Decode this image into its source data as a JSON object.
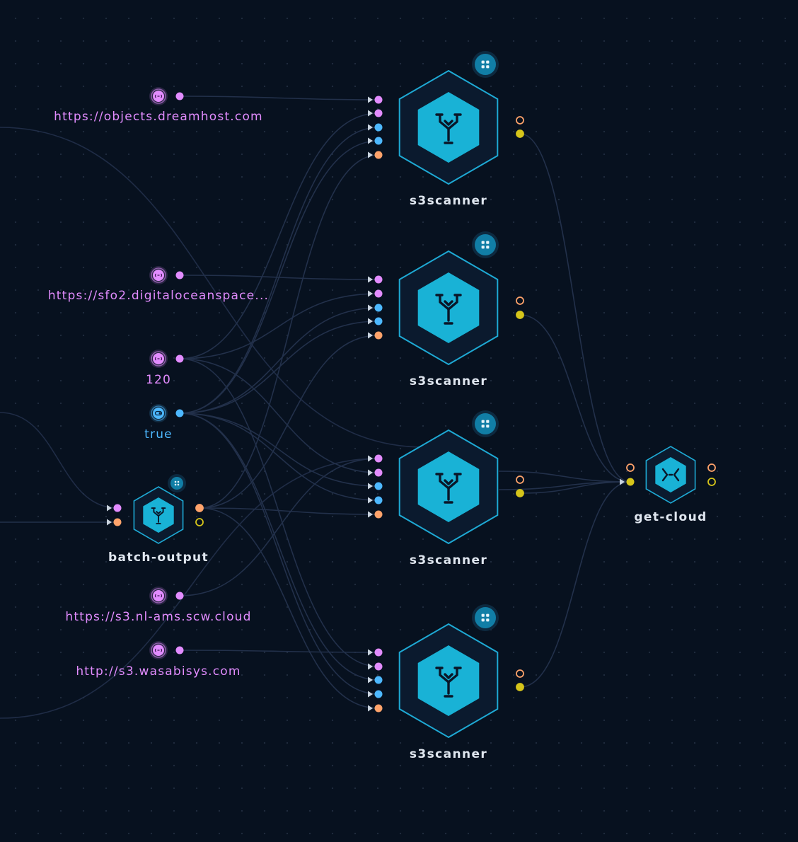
{
  "colors": {
    "background": "#07111f",
    "edge": "#22304a",
    "string_port": "#e28cff",
    "bool_port": "#4db8ff",
    "file_port": "#ffa36b",
    "output_port": "#d6c51a",
    "node_fill": "#19b2d6",
    "node_border": "#1ea9d4"
  },
  "inputs": [
    {
      "id": "in-dreamhost",
      "value": "https://objects.dreamhost.com",
      "kind": "string",
      "icon": "link-icon"
    },
    {
      "id": "in-digitalocean",
      "value": "https://sfo2.digitaloceanspace...",
      "kind": "string",
      "icon": "link-icon"
    },
    {
      "id": "in-120",
      "value": "120",
      "kind": "string",
      "icon": "link-icon"
    },
    {
      "id": "in-true",
      "value": "true",
      "kind": "bool",
      "icon": "toggle-icon"
    },
    {
      "id": "in-scw",
      "value": "https://s3.nl-ams.scw.cloud",
      "kind": "string",
      "icon": "link-icon"
    },
    {
      "id": "in-wasabi",
      "value": "http://s3.wasabisys.com",
      "kind": "string",
      "icon": "link-icon"
    }
  ],
  "nodes": {
    "batch_output": {
      "name": "batch-output",
      "icon": "branch-icon",
      "badge_icon": "grid-icon"
    },
    "scanners": [
      {
        "name": "s3scanner",
        "icon": "branch-icon",
        "badge_icon": "grid-icon"
      },
      {
        "name": "s3scanner",
        "icon": "branch-icon",
        "badge_icon": "grid-icon"
      },
      {
        "name": "s3scanner",
        "icon": "branch-icon",
        "badge_icon": "grid-icon"
      },
      {
        "name": "s3scanner",
        "icon": "branch-icon",
        "badge_icon": "grid-icon"
      }
    ],
    "get_cloud": {
      "name": "get-cloud",
      "icon": "merge-icon"
    }
  }
}
